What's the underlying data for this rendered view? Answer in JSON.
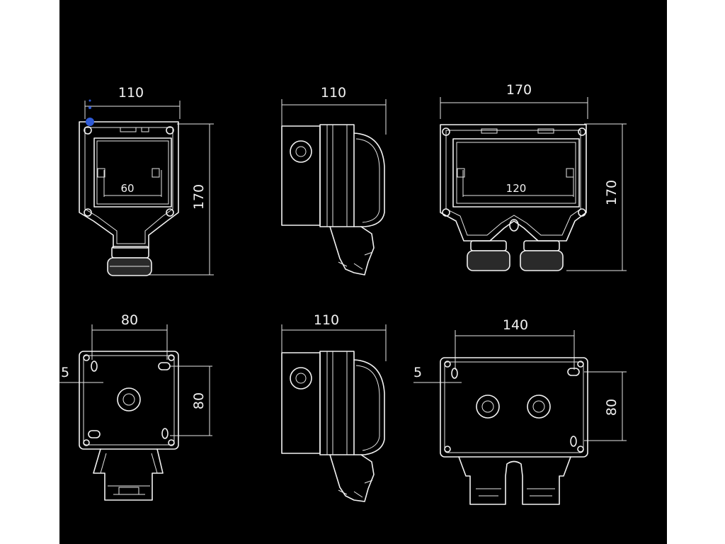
{
  "views": {
    "single_front": {
      "width": "110",
      "height": "170",
      "opening": "60"
    },
    "single_side": {
      "depth": "110"
    },
    "double_front": {
      "width": "170",
      "height": "170",
      "opening": "120"
    },
    "single_back": {
      "hole_spacing_x": "80",
      "hole_spacing_y": "80",
      "hole_dia": "5"
    },
    "side_back": {
      "depth": "110"
    },
    "double_back": {
      "hole_spacing_x": "140",
      "hole_spacing_y": "80",
      "hole_dia": "5"
    }
  },
  "colors": {
    "background": "#000000",
    "line": "#f2f2f2",
    "page": "#ffffff"
  }
}
